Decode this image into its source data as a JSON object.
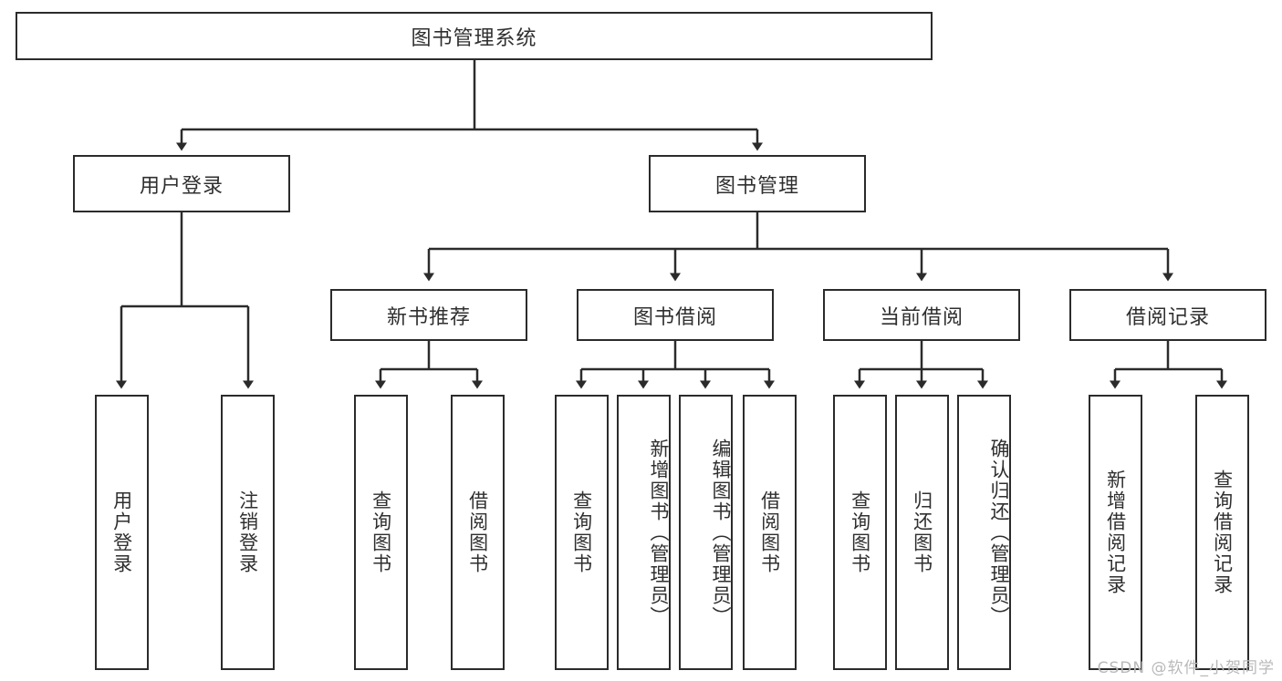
{
  "diagram": {
    "title": "图书管理系统",
    "type": "tree",
    "colors": {
      "box_border": "#2b2b2b",
      "box_fill": "#ffffff",
      "edge": "#2b2b2b",
      "text": "#2f2f2f",
      "watermark": "#b9b9b9"
    },
    "nodes": {
      "root": {
        "label": "图书管理系统"
      },
      "level2": [
        {
          "label": "用户登录"
        },
        {
          "label": "图书管理"
        }
      ],
      "level3": [
        {
          "label": "新书推荐"
        },
        {
          "label": "图书借阅"
        },
        {
          "label": "当前借阅"
        },
        {
          "label": "借阅记录"
        }
      ],
      "leaves": {
        "user_login": [
          {
            "label": "用户登录"
          },
          {
            "label": "注销登录"
          }
        ],
        "new_book_recommend": [
          {
            "label": "查询图书"
          },
          {
            "label": "借阅图书"
          }
        ],
        "book_borrow": [
          {
            "label": "查询图书"
          },
          {
            "label": "新增图书（管理员）"
          },
          {
            "label": "编辑图书（管理员）"
          },
          {
            "label": "借阅图书"
          }
        ],
        "current_borrow": [
          {
            "label": "查询图书"
          },
          {
            "label": "归还图书"
          },
          {
            "label": "确认归还（管理员）"
          }
        ],
        "borrow_record": [
          {
            "label": "新增借阅记录"
          },
          {
            "label": "查询借阅记录"
          }
        ]
      }
    },
    "watermark": "CSDN @软件_小贺同学"
  }
}
